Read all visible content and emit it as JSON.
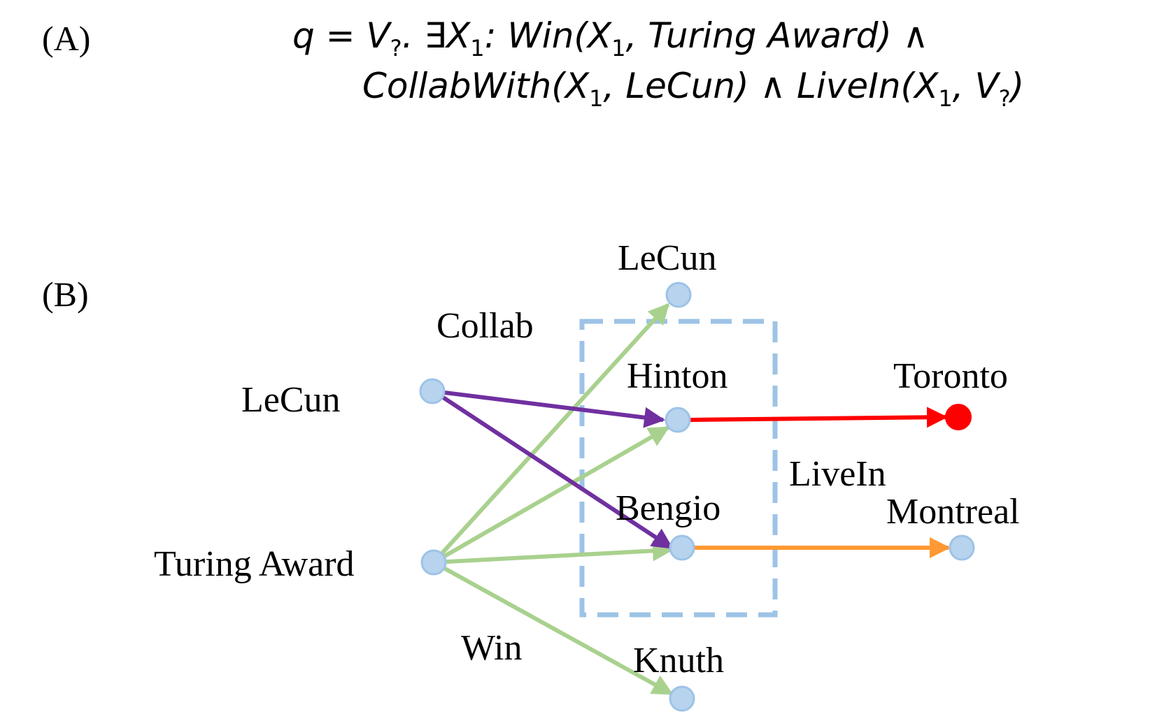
{
  "panel_a": {
    "label": "(A)",
    "formula": {
      "q": "q",
      "eq": " = V",
      "v_sub": "?",
      "exists": ". ∃X",
      "x_sub": "1",
      "win_open": ": Win(X",
      "win_sub": "1",
      "win_close": ", Turing Award) ∧",
      "collab_open": "CollabWith(X",
      "collab_sub": "1",
      "collab_close": ", LeCun) ∧ LiveIn(X",
      "live_sub": "1",
      "live_mid": ", V",
      "live_vsub": "?",
      "live_close": ")"
    }
  },
  "panel_b": {
    "label": "(B)",
    "nodes": {
      "lecun_src": "LeCun",
      "turing_award": "Turing Award",
      "lecun_top": "LeCun",
      "hinton": "Hinton",
      "bengio": "Bengio",
      "knuth": "Knuth",
      "toronto": "Toronto",
      "montreal": "Montreal"
    },
    "edge_labels": {
      "collab": "Collab",
      "win": "Win",
      "livein": "LiveIn"
    },
    "colors": {
      "node_fill": "#b7d3ee",
      "node_stroke": "#9dc3e6",
      "answer_node": "#ff0000",
      "collab_edge": "#7030a0",
      "win_edge": "#a9d18e",
      "toronto_edge": "#ff0000",
      "montreal_edge": "#ff9933",
      "box_dash": "#9dc3e6"
    }
  }
}
